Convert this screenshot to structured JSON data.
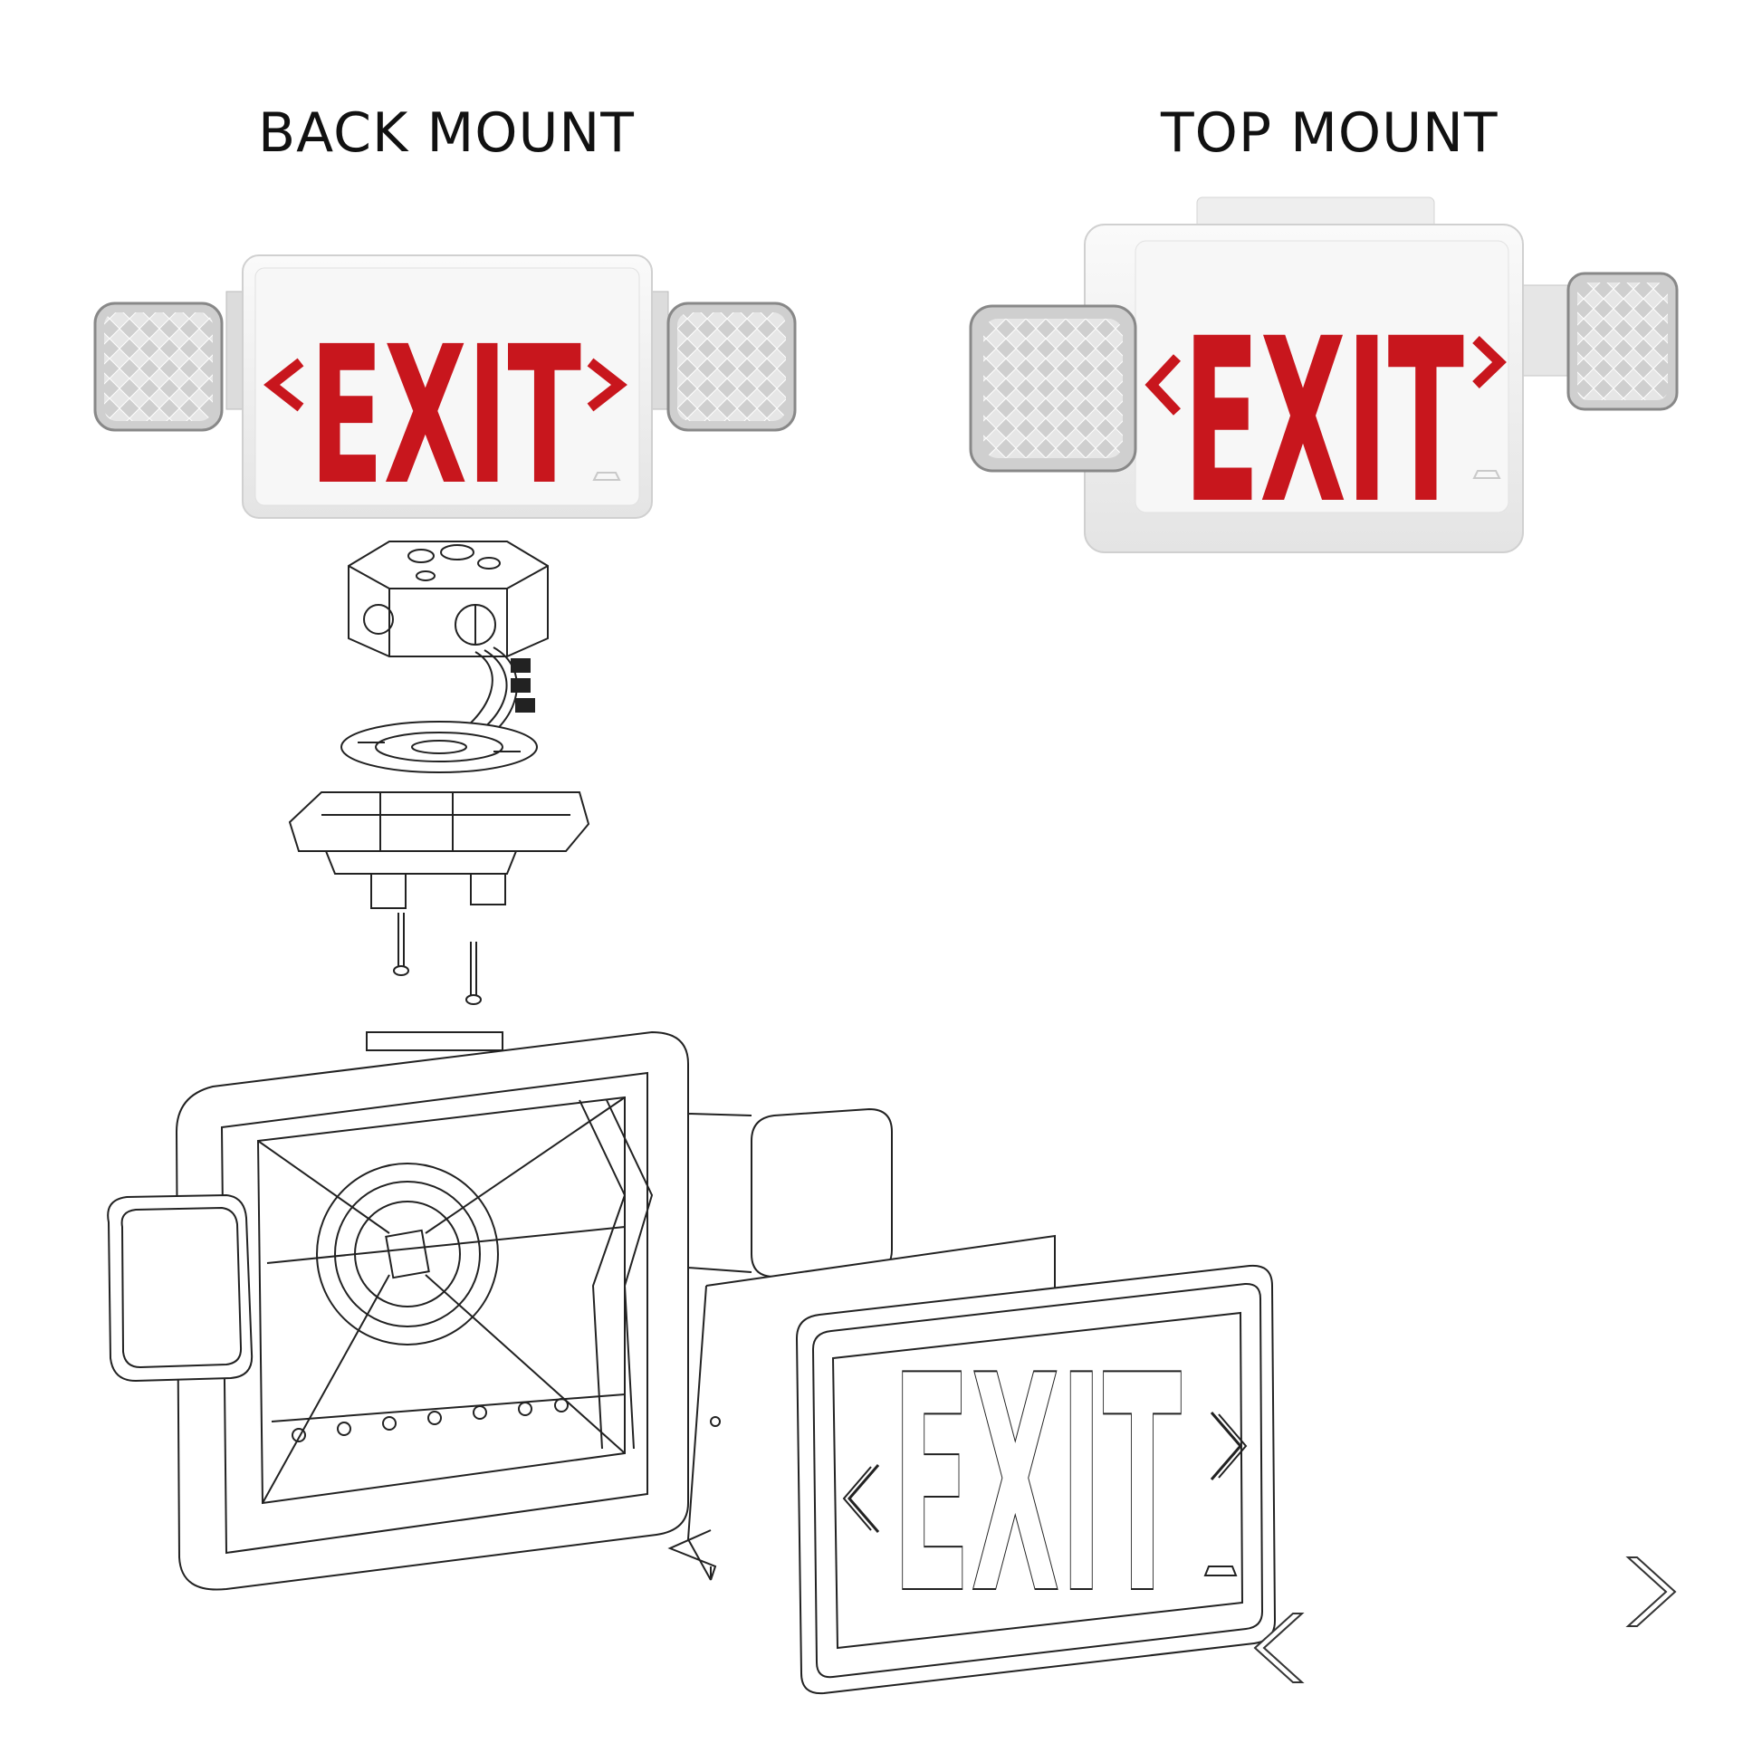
{
  "headings": {
    "back_mount": "BACK MOUNT",
    "top_mount": "TOP MOUNT"
  },
  "sign_text": "EXIT",
  "colors": {
    "exit_red": "#c8161d",
    "housing": "#f2f2f2",
    "line": "#222222"
  },
  "icons": {
    "prev": "chevron-left-icon",
    "next": "chevron-right-icon"
  }
}
